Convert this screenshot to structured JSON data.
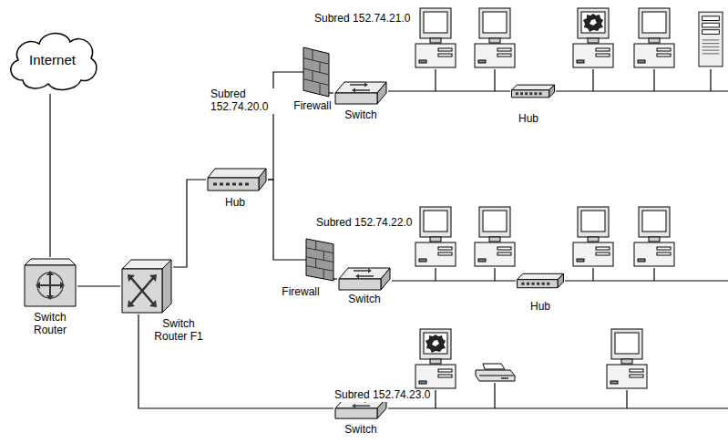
{
  "diagram": {
    "nodes": [
      {
        "text": [
          "Internet"
        ]
      },
      {
        "text": [
          "Switch Router"
        ]
      },
      {
        "text": [
          "Switch Router F1"
        ]
      },
      {
        "text": [
          "Hub"
        ]
      },
      {
        "text": [
          "Firewall"
        ]
      },
      {
        "text": [
          "Switch"
        ]
      },
      {
        "text": [
          "Hub"
        ]
      },
      {
        "text": [
          "Firewall"
        ]
      },
      {
        "text": [
          "Switch"
        ]
      },
      {
        "text": [
          "Hub"
        ]
      },
      {
        "text": [
          "Switch"
        ]
      }
    ],
    "edges": [
      {
        "from": 0,
        "to": 1,
        "arrow": "none"
      },
      {
        "from": 1,
        "to": 2,
        "arrow": "none"
      },
      {
        "from": 2,
        "to": 3,
        "arrow": "none"
      },
      {
        "from": 3,
        "to": 4,
        "arrow": "none"
      },
      {
        "from": 3,
        "to": 7,
        "arrow": "none"
      },
      {
        "from": 4,
        "to": 5,
        "arrow": "none"
      },
      {
        "from": 7,
        "to": 8,
        "arrow": "none"
      },
      {
        "from": 2,
        "to": 10,
        "arrow": "none"
      },
      {
        "from": 5,
        "to": 6,
        "arrow": "none"
      },
      {
        "from": 8,
        "to": 9,
        "arrow": "none"
      }
    ],
    "labels": [
      "Subred 152.74.20.0",
      "Subred 152.74.21.0",
      "Subred 152.74.22.0",
      "Subred 152.74.23.0"
    ]
  }
}
